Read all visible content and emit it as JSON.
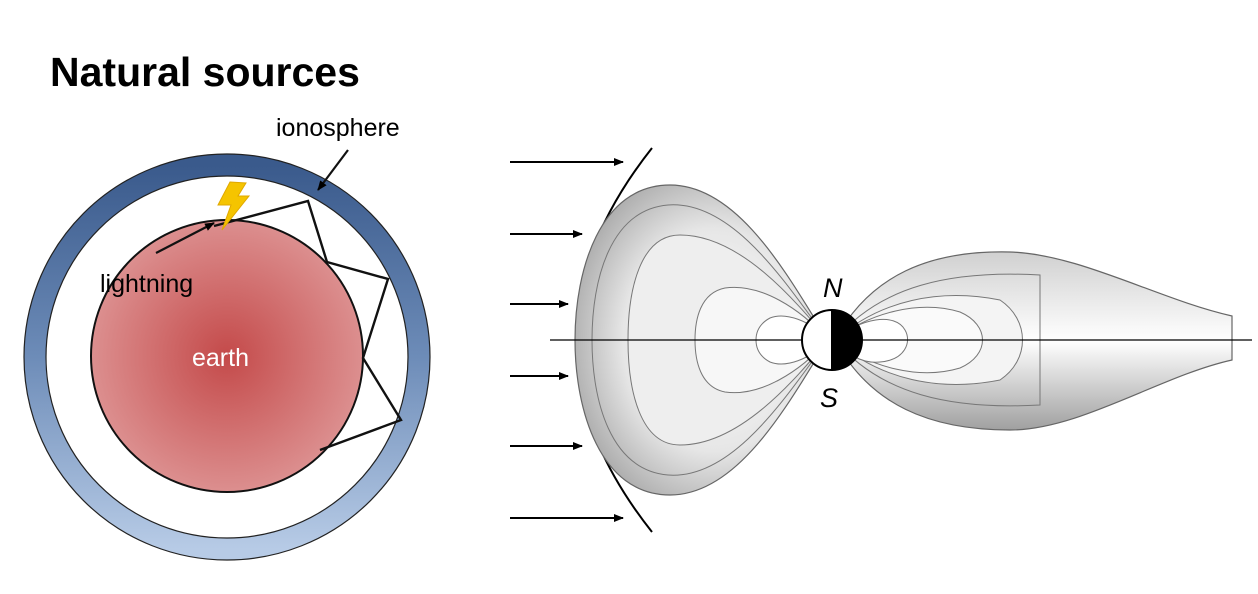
{
  "title": "Natural sources",
  "left_diagram": {
    "ionosphere_label": "ionosphere",
    "lightning_label": "lightning",
    "earth_label": "earth",
    "colors": {
      "ionosphere_top": "#3a5a8c",
      "ionosphere_bottom": "#b7cbe6",
      "earth_center": "#c85050",
      "earth_edge": "#db8c8c",
      "lightning": "#f5c400"
    },
    "icons": [
      "lightning-bolt-icon"
    ]
  },
  "right_diagram": {
    "north_label": "N",
    "south_label": "S",
    "solar_wind_arrow_count": 6
  }
}
